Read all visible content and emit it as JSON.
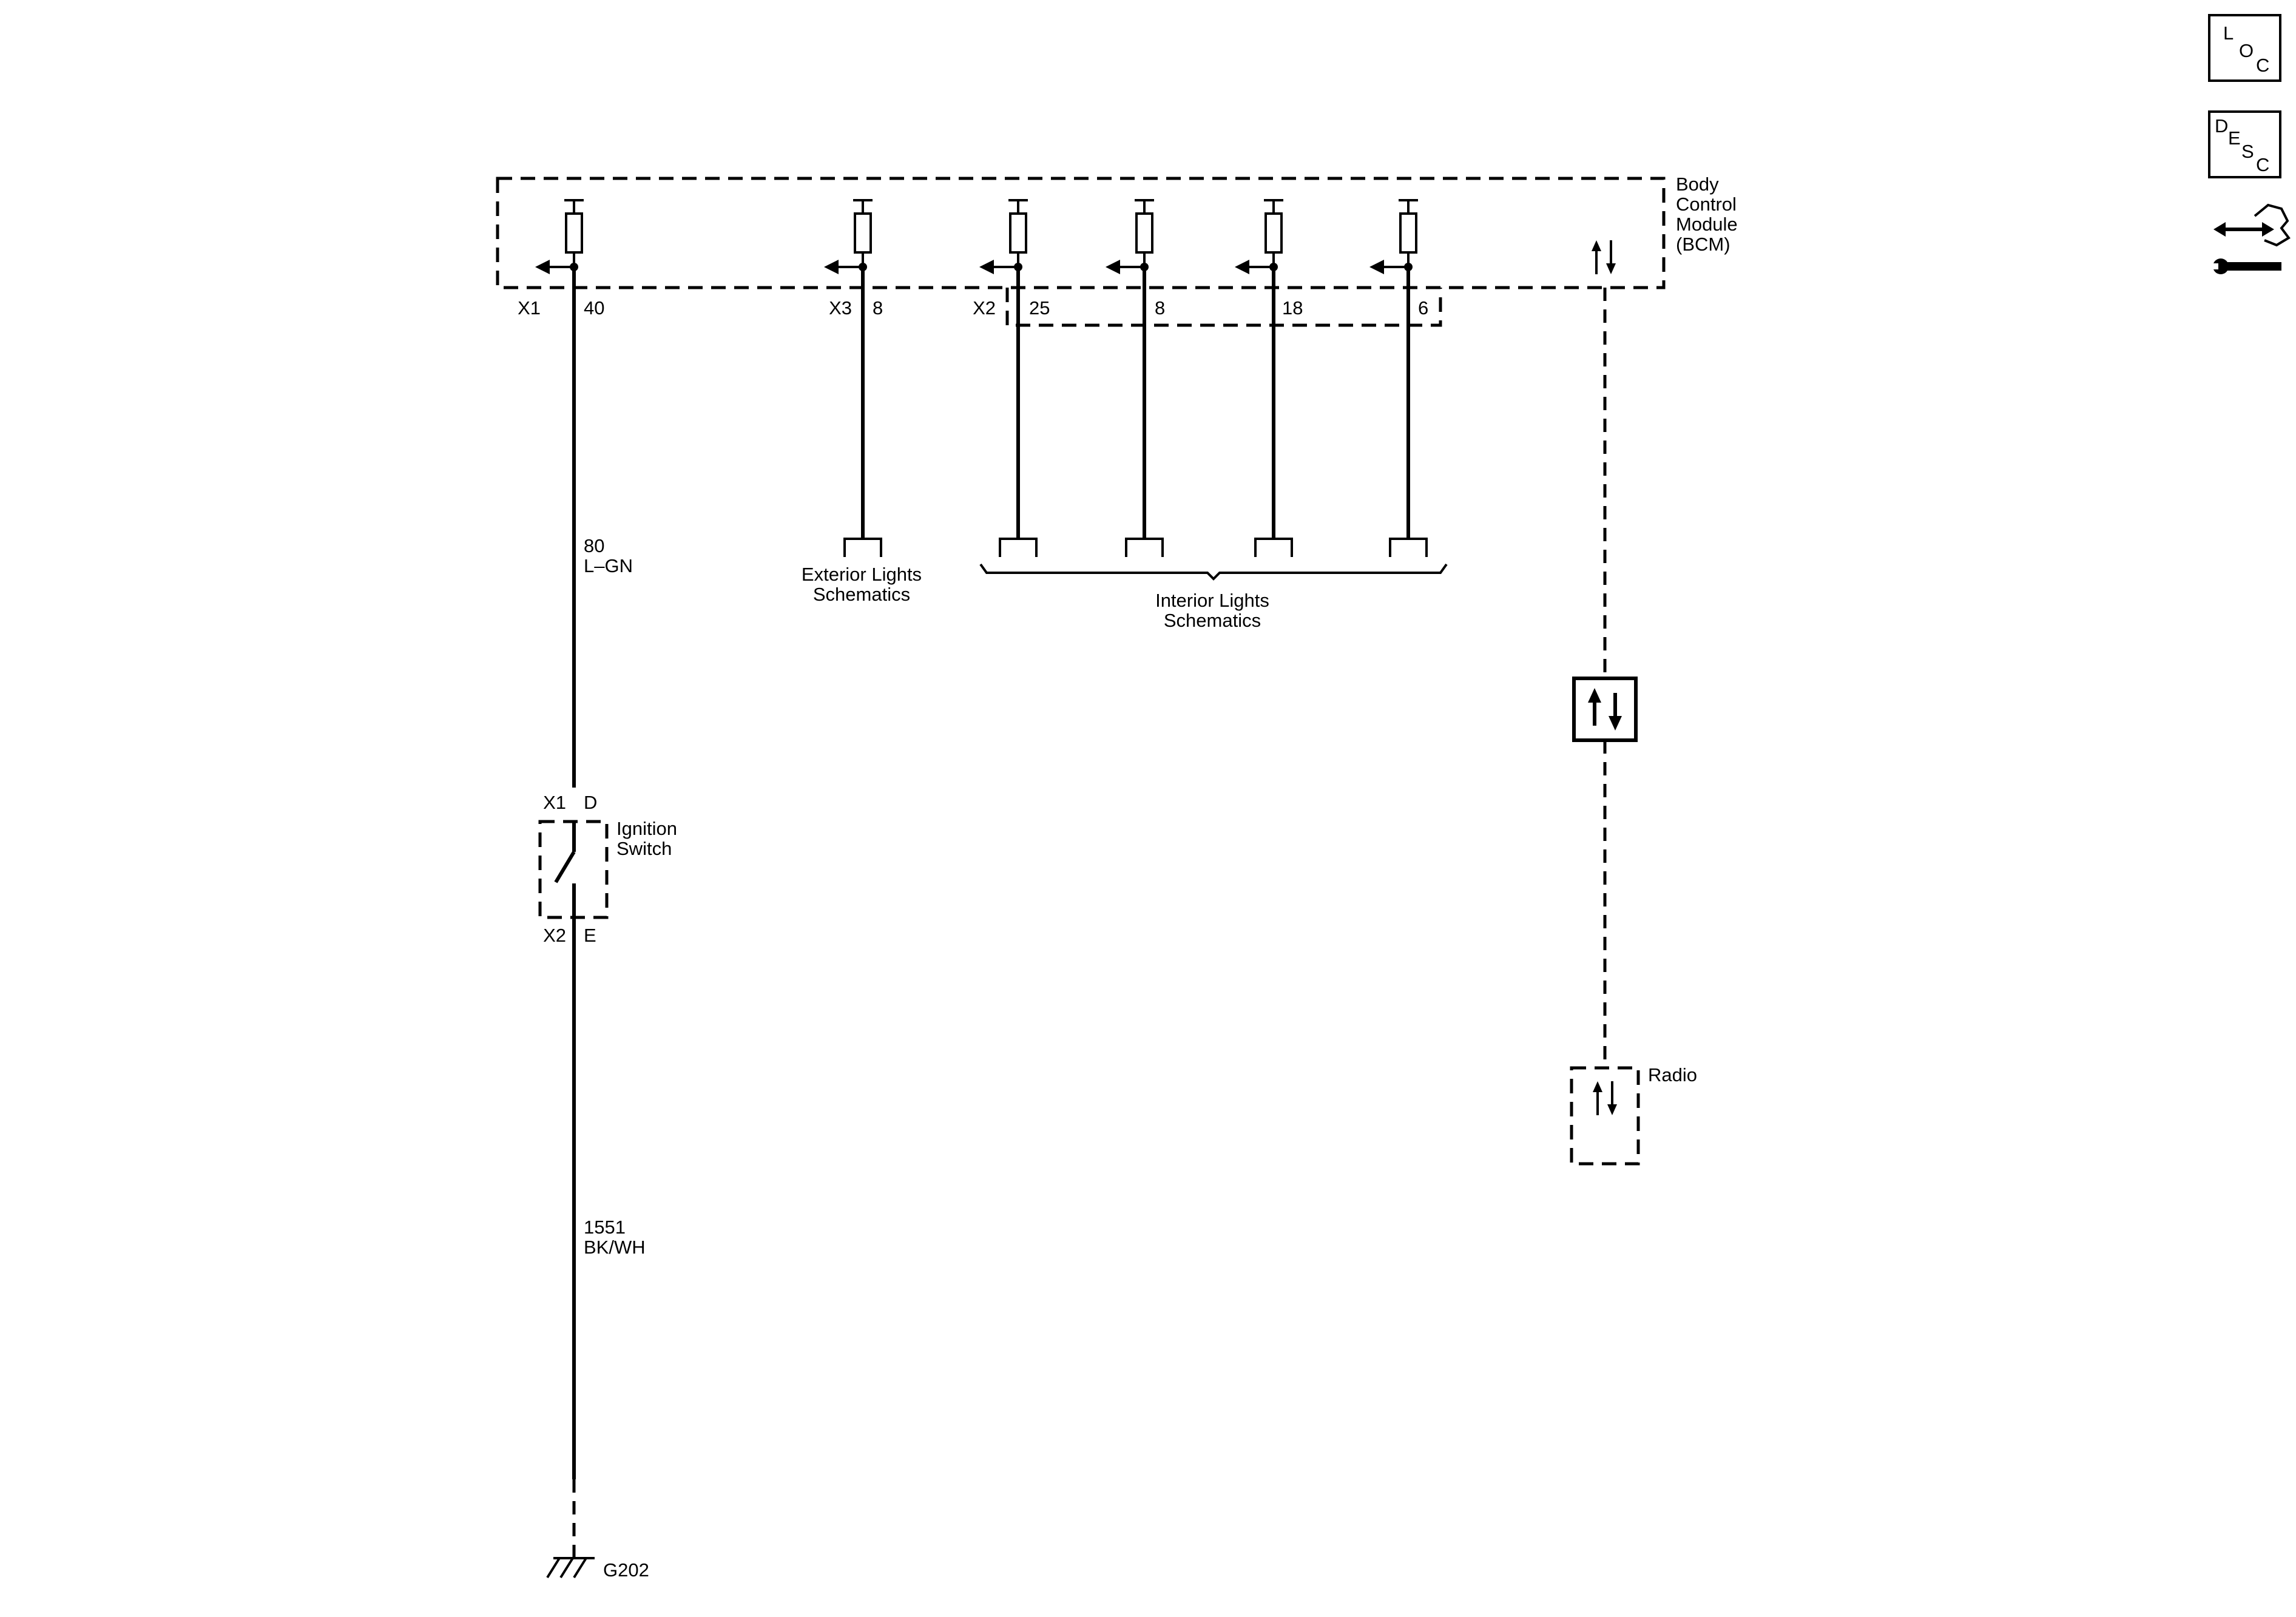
{
  "modules": {
    "bcm": {
      "label_lines": [
        "Body",
        "Control",
        "Module",
        "(BCM)"
      ]
    },
    "ignition_switch": {
      "label_lines": [
        "Ignition",
        "Switch"
      ]
    },
    "radio": {
      "label": "Radio"
    }
  },
  "circuits": [
    {
      "connector": "X1",
      "pin": "40"
    },
    {
      "connector": "X3",
      "pin": "8"
    },
    {
      "connector": "X2",
      "pin": "25"
    },
    {
      "connector": "",
      "pin": "8"
    },
    {
      "connector": "",
      "pin": "18"
    },
    {
      "connector": "",
      "pin": "6"
    }
  ],
  "wires": {
    "upper": {
      "circuit": "80",
      "color": "L–GN"
    },
    "lower": {
      "circuit": "1551",
      "color": "BK/WH"
    }
  },
  "ignition_pins": {
    "top": {
      "connector": "X1",
      "pin": "D"
    },
    "bottom": {
      "connector": "X2",
      "pin": "E"
    }
  },
  "references": {
    "exterior": [
      "Exterior Lights",
      "Schematics"
    ],
    "interior": [
      "Interior Lights",
      "Schematics"
    ]
  },
  "ground": {
    "label": "G202"
  },
  "side_icons": [
    {
      "name": "location-icon",
      "letters": [
        "L",
        "O",
        "C"
      ]
    },
    {
      "name": "description-icon",
      "letters": [
        "D",
        "E",
        "S",
        "C"
      ]
    },
    {
      "name": "connector-repair-icon"
    }
  ]
}
